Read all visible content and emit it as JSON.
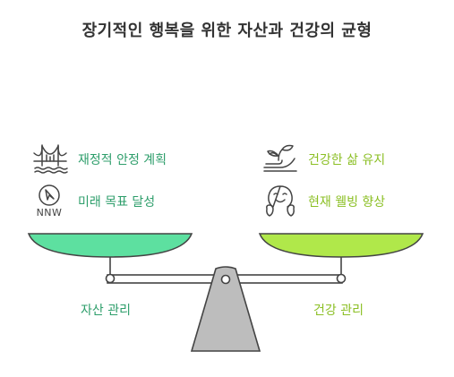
{
  "title": "장기적인 행복을 위한 자산과 건강의 균형",
  "left": {
    "caption": "자산 관리",
    "items": [
      {
        "label": "재정적 안정 계획",
        "icon": "bridge-icon"
      },
      {
        "label": "미래 목표 달성",
        "icon": "compass-nnw-icon",
        "icon_text": "NNW"
      }
    ],
    "color": "#5de0a0"
  },
  "right": {
    "caption": "건강 관리",
    "items": [
      {
        "label": "건강한 삶 유지",
        "icon": "growing-plant-icon"
      },
      {
        "label": "현재 웰빙 향상",
        "icon": "happy-face-icon"
      }
    ],
    "color": "#b0e84a"
  },
  "colors": {
    "left_text": "#2e9e6b",
    "right_text": "#8bbf24",
    "fulcrum": "#bdbdbd",
    "outline": "#444444"
  }
}
